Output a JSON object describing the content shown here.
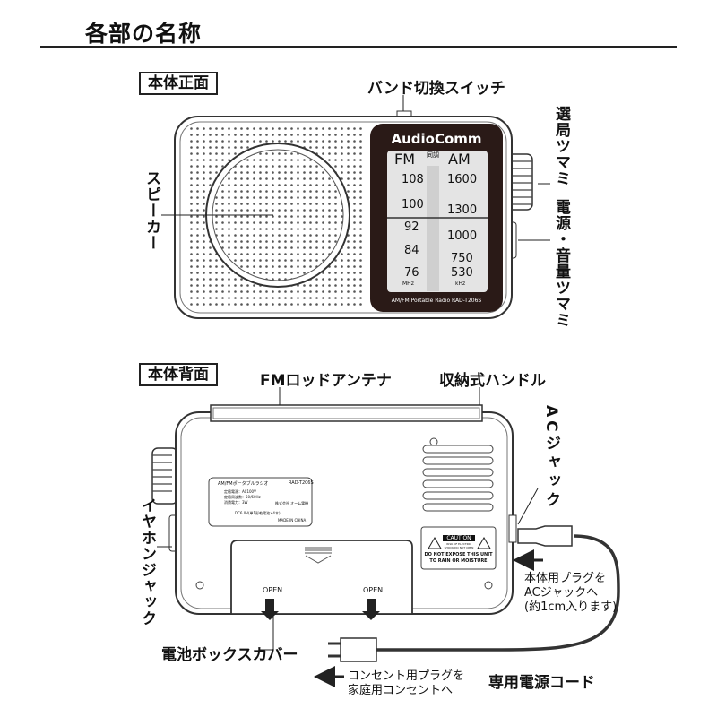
{
  "header": {
    "title": "各部の名称"
  },
  "front": {
    "section_label": "本体正面",
    "brand": "AudioComm",
    "dial": {
      "fm_label": "FM",
      "am_label": "AM",
      "tuning_label": "同調",
      "fm_values": [
        "108",
        "100",
        "92",
        "84",
        "76"
      ],
      "am_values": [
        "1600",
        "1300",
        "1000",
        "750",
        "530"
      ],
      "fm_unit": "MHz",
      "am_unit": "kHz"
    },
    "model_text": "AM/FM Portable Radio RAD-T206S",
    "callouts": {
      "band_switch": "バンド切換スイッチ",
      "tuning_knob": "選局ツマミ",
      "speaker": "スピーカー",
      "power_volume": "電源・音量ツマミ"
    }
  },
  "back": {
    "section_label": "本体背面",
    "rating_plate": {
      "title": "AM/FMポータブルラジオ",
      "model": "RAD-T206S",
      "lines": [
        "定格電源：AC100V",
        "定格周波数：50/60Hz",
        "消費電力：3W"
      ],
      "battery": "DC6.0V(単1形乾電池×4本)",
      "maker": "株式会社 オーム電機",
      "made_in": "MADE IN CHINA"
    },
    "caution": {
      "title": "CAUTION",
      "sub": "RISK OF ELECTRIC SHOCK DO NOT OPEN",
      "text1": "DO NOT EXPOSE THIS UNIT",
      "text2": "TO RAIN OR MOISTURE"
    },
    "open_labels": [
      "OPEN",
      "OPEN"
    ],
    "callouts": {
      "antenna": "FMロッドアンテナ",
      "handle": "収納式ハンドル",
      "ac_jack": "ACジャック",
      "earphone_jack": "イヤホンジャック",
      "battery_cover": "電池ボックスカバー",
      "power_cord": "専用電源コード"
    },
    "notes": {
      "plug_body": [
        "本体用プラグを",
        "ACジャックへ",
        "(約1cm入ります)"
      ],
      "plug_outlet": [
        "コンセント用プラグを",
        "家庭用コンセントへ"
      ]
    }
  }
}
